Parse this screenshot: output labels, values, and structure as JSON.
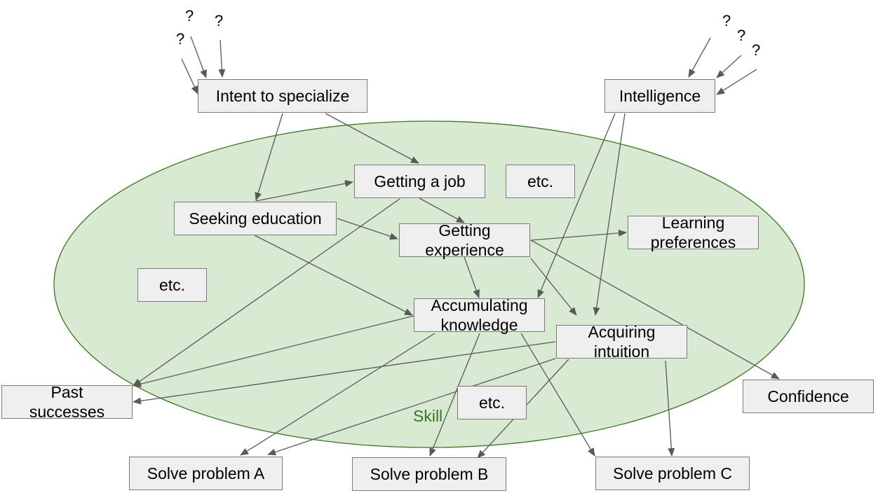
{
  "colors": {
    "ellipse_fill": "#d9ead3",
    "ellipse_stroke": "#38761d",
    "skill_label": "#38761d",
    "edge": "#595959",
    "node_fill": "#efefef",
    "node_border": "#7a7a7a"
  },
  "region": {
    "label": "Skill"
  },
  "nodes": {
    "intent": {
      "label": "Intent to specialize"
    },
    "intelligence": {
      "label": "Intelligence"
    },
    "job": {
      "label": "Getting a job"
    },
    "etc_top": {
      "label": "etc."
    },
    "seeking": {
      "label": "Seeking education"
    },
    "experience": {
      "line1": "Getting",
      "line2": "experience"
    },
    "learning": {
      "line1": "Learning",
      "line2": "preferences"
    },
    "etc_left": {
      "label": "etc."
    },
    "accumulating": {
      "line1": "Accumulating",
      "line2": "knowledge"
    },
    "intuition": {
      "line1": "Acquiring",
      "line2": "intuition"
    },
    "past": {
      "line1": "Past",
      "line2": "successes"
    },
    "etc_bottom": {
      "label": "etc."
    },
    "confidence": {
      "label": "Confidence"
    },
    "problem_a": {
      "label": "Solve problem A"
    },
    "problem_b": {
      "label": "Solve problem B"
    },
    "problem_c": {
      "label": "Solve problem C"
    }
  },
  "unknowns": {
    "label": "?"
  }
}
